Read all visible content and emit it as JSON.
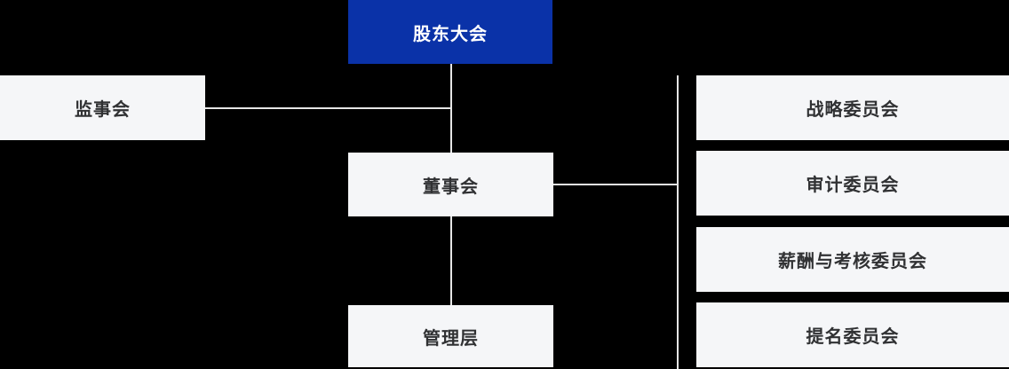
{
  "org_chart": {
    "type": "organization-diagram",
    "nodes": {
      "shareholders_meeting": {
        "label": "股东大会"
      },
      "board_of_supervisors": {
        "label": "监事会"
      },
      "board_of_directors": {
        "label": "董事会"
      },
      "management": {
        "label": "管理层"
      }
    },
    "committees": [
      {
        "label": "战略委员会"
      },
      {
        "label": "审计委员会"
      },
      {
        "label": "薪酬与考核委员会"
      },
      {
        "label": "提名委员会"
      }
    ],
    "edges": [
      {
        "from": "shareholders_meeting",
        "to": "board_of_directors"
      },
      {
        "from": "board_of_supervisors",
        "to": "shareholders_meeting-board_of_directors-trunk"
      },
      {
        "from": "board_of_directors",
        "to": "management"
      },
      {
        "from": "board_of_directors",
        "to": "committees-trunk"
      }
    ],
    "colors": {
      "background": "#000000",
      "primary_node_bg": "#0A32A8",
      "primary_node_text": "#FFFFFF",
      "node_bg": "#F5F6F8",
      "node_text": "#303133",
      "connector": "#E6E6E6"
    }
  }
}
